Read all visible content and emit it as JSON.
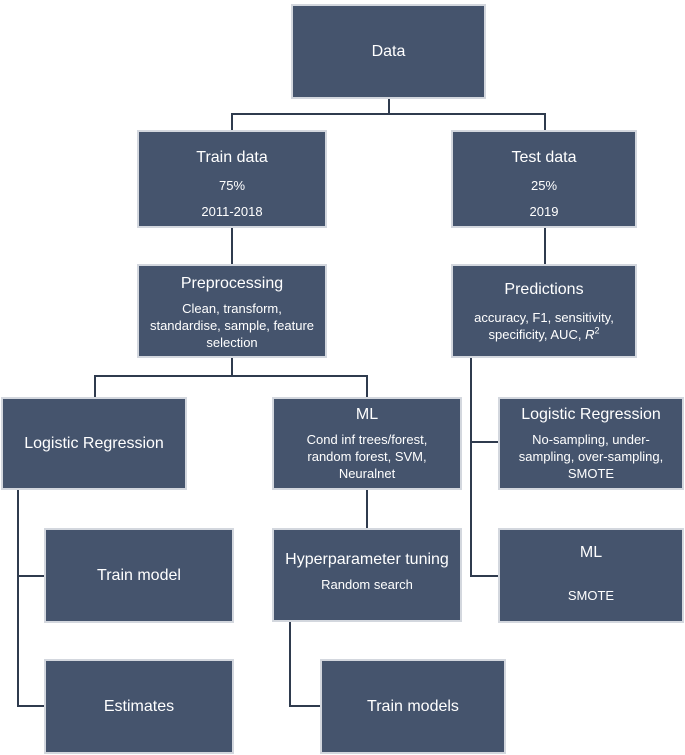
{
  "data_box": {
    "title": "Data"
  },
  "train_box": {
    "title": "Train data",
    "pct": "75%",
    "years": "2011-2018"
  },
  "test_box": {
    "title": "Test data",
    "pct": "25%",
    "years": "2019"
  },
  "preprocessing_box": {
    "title": "Preprocessing",
    "lines": [
      "Clean, transform,",
      "standardise, sample, feature",
      "selection"
    ]
  },
  "predictions_box": {
    "title": "Predictions",
    "lines": [
      "accuracy, F1, sensitivity,",
      "specificity, AUC,"
    ],
    "r_symbol": "R",
    "r_exp": "2"
  },
  "logreg_left_box": {
    "title": "Logistic Regression"
  },
  "ml_box": {
    "title": "ML",
    "lines": [
      "Cond inf trees/forest,",
      "random forest, SVM,",
      "Neuralnet"
    ]
  },
  "logreg_right_box": {
    "title": "Logistic Regression",
    "lines": [
      "No-sampling, under-",
      "sampling, over-sampling,",
      "SMOTE"
    ]
  },
  "train_model_box": {
    "title": "Train model"
  },
  "hyper_box": {
    "title": "Hyperparameter tuning",
    "sub": "Random search"
  },
  "ml_right_box": {
    "title": "ML",
    "sub": "SMOTE"
  },
  "estimates_box": {
    "title": "Estimates"
  },
  "train_models_box": {
    "title": "Train models"
  },
  "colors": {
    "box_fill": "#45546d",
    "box_border": "#d3d7de",
    "connector": "#2f3b4e"
  }
}
